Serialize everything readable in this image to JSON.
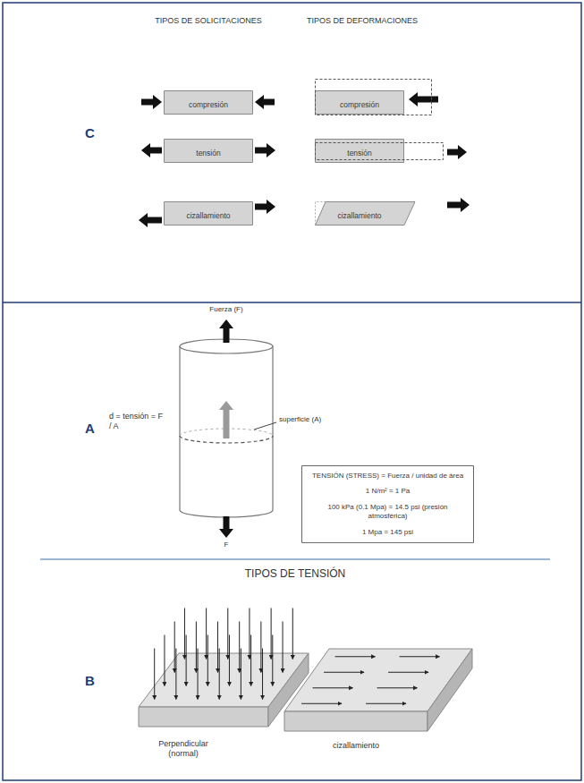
{
  "diagram": {
    "nodes": [
      {
        "text": [
          "compresión"
        ]
      },
      {
        "text": [
          "compresión"
        ]
      },
      {
        "text": [
          "tensión"
        ]
      },
      {
        "text": [
          "tensión"
        ]
      },
      {
        "text": [
          "cizallamiento"
        ]
      },
      {
        "text": [
          "cizallamiento"
        ]
      },
      {
        "text": [
          "TENSIÓN (STRESS) = Fuerza / unidad de área",
          "1 N/m² = 1 Pa",
          "100 kPa (0.1 Mpa) = 14.5 psi (presión atmosférica)",
          "1 Mpa = 145 psi"
        ]
      }
    ],
    "labels": [
      "TIPOS DE SOLICITACIONES",
      "TIPOS DE DEFORMACIONES",
      "C",
      "Fuerza (F)",
      "d = tensión = F / A",
      "superficie (A)",
      "F",
      "A",
      "TIPOS DE TENSIÓN",
      "B",
      "Perpendicular (normal)",
      "cizallamiento"
    ]
  }
}
